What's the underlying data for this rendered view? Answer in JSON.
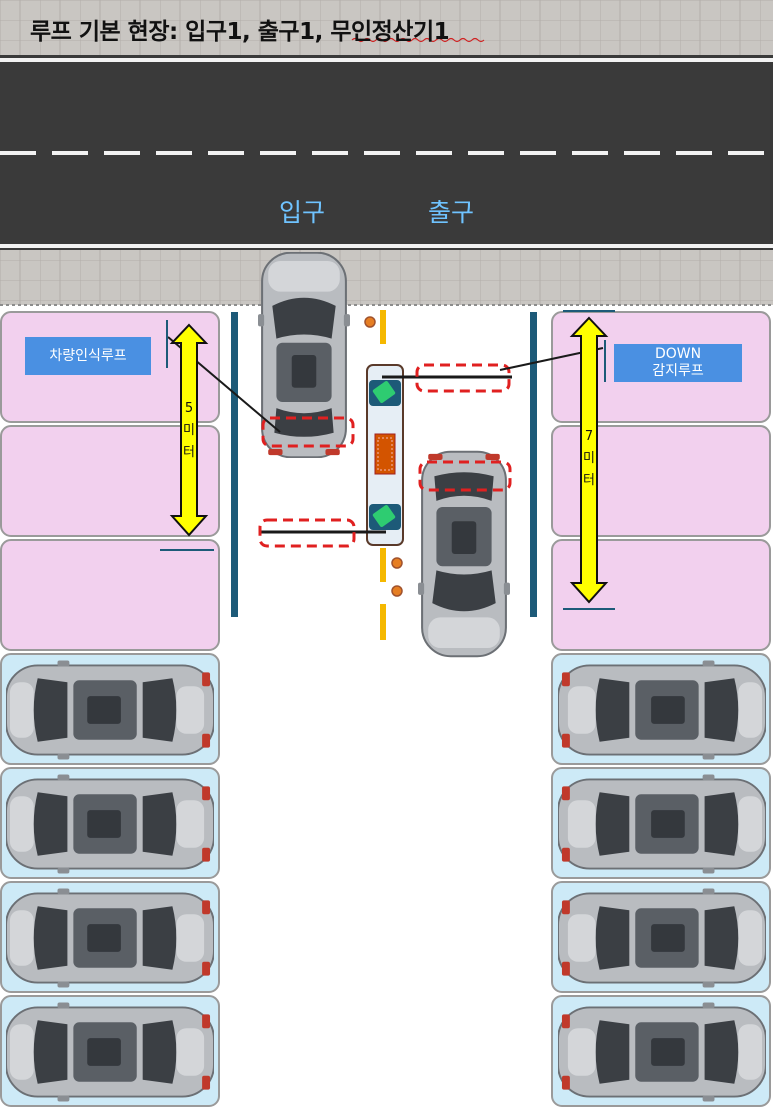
{
  "title": "루프 기본 현장: 입구1, 출구1, 무인정산기1",
  "road": {
    "entrance_label": "입구",
    "exit_label": "출구"
  },
  "loops": {
    "recognition_label": "차량인식루프",
    "down_label_line1": "DOWN",
    "down_label_line2": "감지루프"
  },
  "measurements": {
    "left": {
      "value": "5",
      "unit_char1": "미",
      "unit_char2": "터"
    },
    "right": {
      "value": "7",
      "unit_char1": "미",
      "unit_char2": "터"
    }
  },
  "colors": {
    "title_text": "#111111",
    "road": "#3a3a3a",
    "road_label": "#6fc3ff",
    "sidewalk": "#c9c6c2",
    "zone_pink": "#f2d0ee",
    "zone_blue": "#cdeaf7",
    "label_box": "#4a90e2",
    "arrow_yellow": "#ffff00",
    "center_line": "#f5b800",
    "lane_bar": "#1d5a78",
    "loop_dash": "#e02020",
    "kiosk_green": "#2ecc71"
  }
}
